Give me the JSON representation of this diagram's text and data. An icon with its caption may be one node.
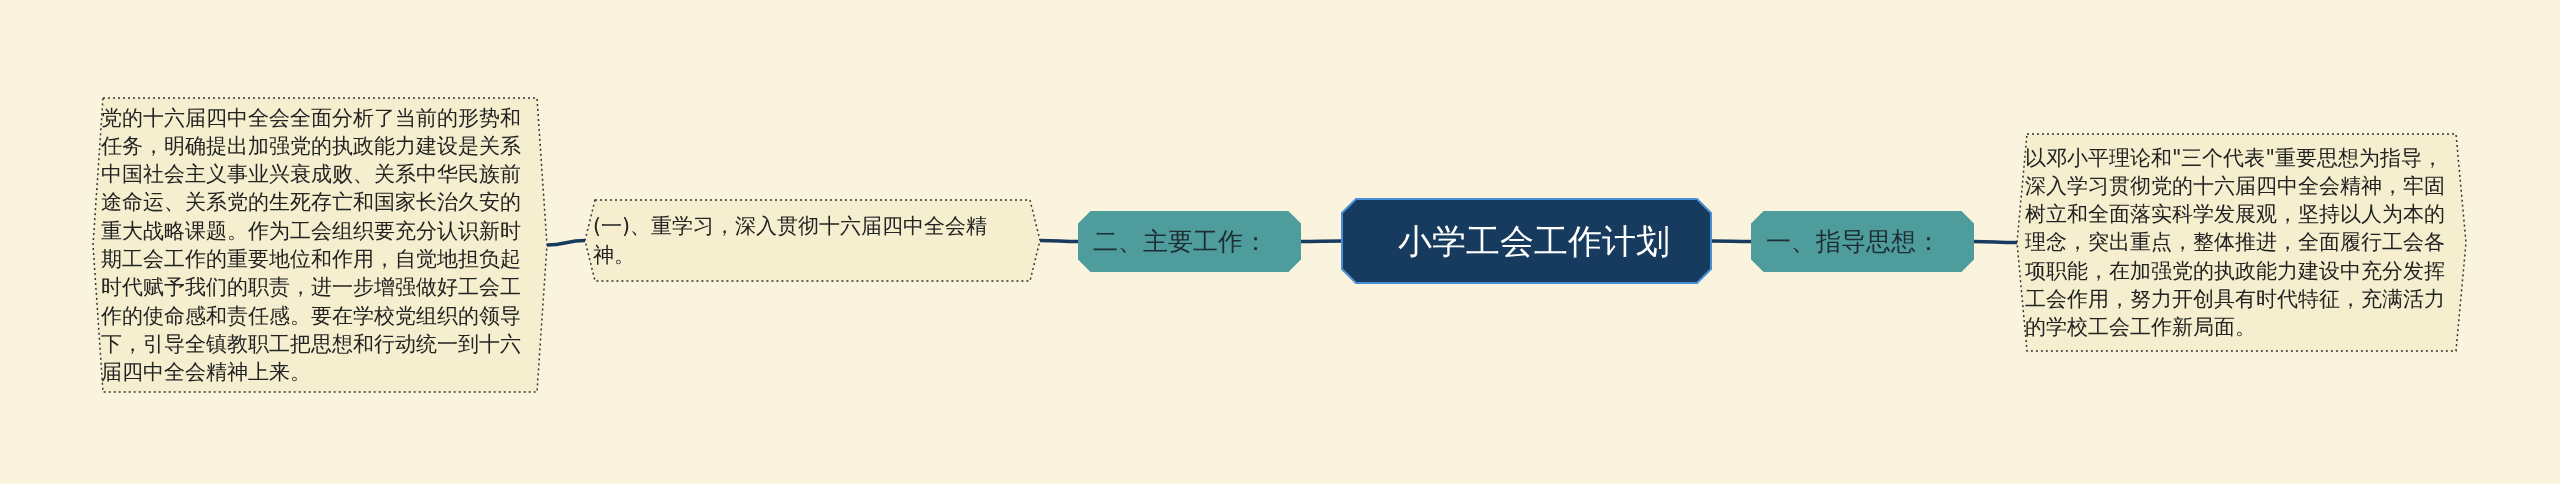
{
  "diagram": {
    "nodes": [
      {
        "text": [
          "小学工会工作计划"
        ]
      },
      {
        "text": [
          "一、指导思想："
        ]
      },
      {
        "text": [
          "以邓小平理论和\"三个代表\"重要思想为指导，深入学习贯彻党的十六届四中全会精神，牢固树立和全面落实科学发展观，坚持以人为本的理念，突出重点，整体推进，全面履行工会各项职能，在加强党的执政能力建设中充分发挥工会作用，努力开创具有时代特征，充满活力的学校工会工作新局面。"
        ]
      },
      {
        "text": [
          "二、主要工作："
        ]
      },
      {
        "text": [
          "(一)、重学习，深入贯彻十六届四中全会精神。"
        ]
      },
      {
        "text": [
          "党的十六届四中全会全面分析了当前的形势和任务，明确提出加强党的执政能力建设是关系中国社会主义事业兴衰成败、关系中华民族前途命运、关系党的生死存亡和国家长治久安的重大战略课题。作为工会组织要充分认识新时期工会工作的重要地位和作用，自觉地担负起时代赋予我们的职责，进一步增强做好工会工作的使命感和责任感。要在学校党组织的领导下，引导全镇教职工把思想和行动统一到十六届四中全会精神上来。"
        ]
      }
    ],
    "edges": [
      {
        "from": 0,
        "to": 1,
        "arrow": "none"
      },
      {
        "from": 1,
        "to": 2,
        "arrow": "none"
      },
      {
        "from": 0,
        "to": 3,
        "arrow": "none"
      },
      {
        "from": 3,
        "to": 4,
        "arrow": "none"
      },
      {
        "from": 4,
        "to": 5,
        "arrow": "none"
      }
    ]
  }
}
